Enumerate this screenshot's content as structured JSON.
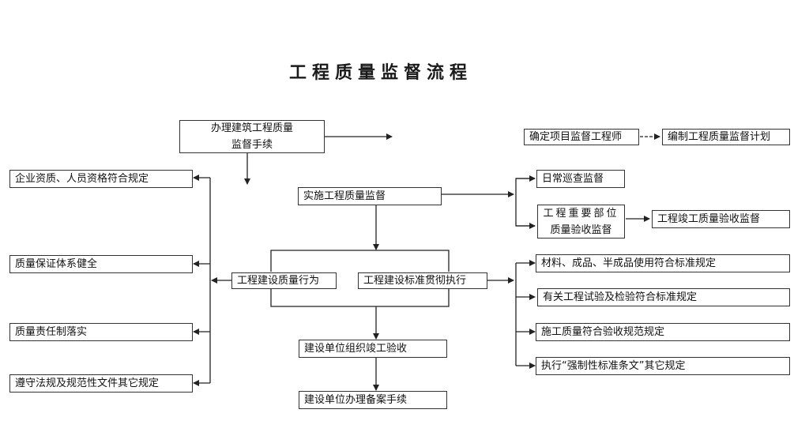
{
  "title": "工程质量监督流程",
  "nodes": {
    "handle_procedures": {
      "line1": "办理建筑工程质量",
      "line2": "监督手续"
    },
    "determine_engineer": "确定项目监督工程师",
    "compile_plan": "编制工程质量监督计划",
    "implement_supervision": "实施工程质量监督",
    "daily_inspection": "日常巡查监督",
    "key_parts": {
      "line1": "工程重要部位",
      "line2": "质量验收监督"
    },
    "completion_acceptance_supervision": "工程竣工质量验收监督",
    "quality_behavior": "工程建设质量行为",
    "standards_implementation": "工程建设标准贯彻执行",
    "left_items": [
      "企业资质、人员资格符合规定",
      "质量保证体系健全",
      "质量责任制落实",
      "遵守法规及规范性文件其它规定"
    ],
    "right_items": [
      "材料、成品、半成品使用符合标准规定",
      "有关工程试验及检验符合标准规定",
      "施工质量符合验收规范规定",
      "执行“强制性标准条文”其它规定"
    ],
    "organize_acceptance": "建设单位组织竣工验收",
    "filing_procedures": "建设单位办理备案手续"
  },
  "colors": {
    "line": "#222222",
    "border": "#333333",
    "background": "#ffffff"
  }
}
